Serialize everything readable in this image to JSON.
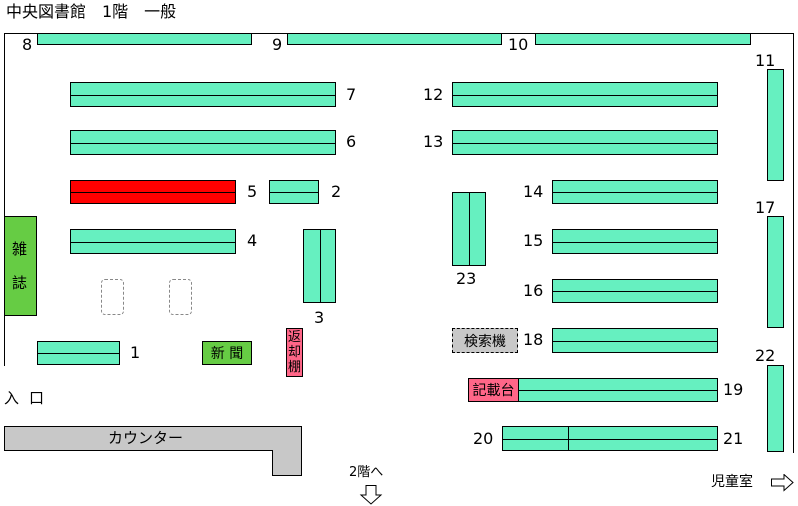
{
  "title": "中央図書館　1階　一般",
  "entrance": "入口",
  "counter": "カウンター",
  "to_2f": "2階へ",
  "childrens_room": "児童室",
  "magazines": [
    "雑",
    "誌"
  ],
  "newspaper": "新 聞",
  "return_shelf": [
    "返",
    "却",
    "棚"
  ],
  "search_terminal": "検索機",
  "writing_desk": "記載台",
  "highlighted_shelf": "5",
  "shelf_numbers": {
    "s1": "1",
    "s2": "2",
    "s3": "3",
    "s4": "4",
    "s5": "5",
    "s6": "6",
    "s7": "7",
    "s8": "8",
    "s9": "9",
    "s10": "10",
    "s11": "11",
    "s12": "12",
    "s13": "13",
    "s14": "14",
    "s15": "15",
    "s16": "16",
    "s17": "17",
    "s18": "18",
    "s19": "19",
    "s20": "20",
    "s21": "21",
    "s22": "22",
    "s23": "23"
  },
  "colors": {
    "shelf": "#66f0c0",
    "highlight": "#ff0000",
    "magazine": "#66cc44",
    "return": "#ff6688",
    "counter": "#c8c8c8",
    "search": "#c8c8c8"
  }
}
